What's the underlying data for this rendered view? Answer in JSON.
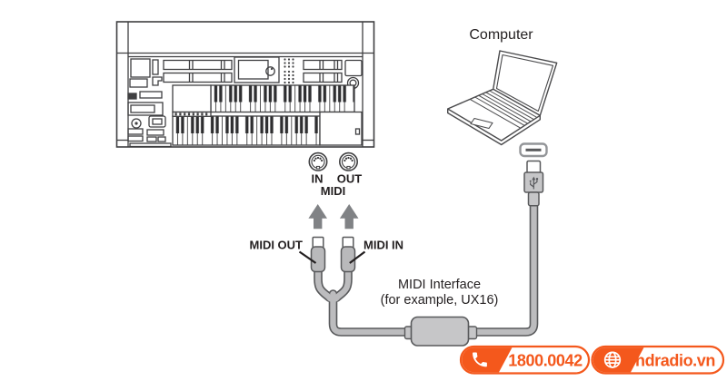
{
  "labels": {
    "computer": "Computer",
    "port_in": "IN",
    "port_out": "OUT",
    "port_group": "MIDI",
    "cable_midi_out": "MIDI OUT",
    "cable_midi_in": "MIDI IN",
    "interface_line1": "MIDI Interface",
    "interface_line2": "(for example, UX16)"
  },
  "footer": {
    "hotline": "1800.0042",
    "website": "hdradio.vn"
  },
  "icons": {
    "phone": "phone-icon",
    "globe": "globe-icon",
    "midi_in_port": "midi-in-port-icon",
    "midi_out_port": "midi-out-port-icon",
    "arrows": "arrow-up-icon",
    "usb_plug": "usb-plug-icon",
    "usb_port": "usb-port-icon"
  },
  "colors": {
    "accent_orange": "#F4581C",
    "line_dark": "#3F3F41",
    "text_black": "#231F20",
    "arrow_gray": "#808285",
    "cable_gray": "#BCBCBE",
    "cable_outline": "#58595B",
    "plug_body_gray": "#B9B9BB",
    "interface_box_gray": "#C6C6C8"
  }
}
